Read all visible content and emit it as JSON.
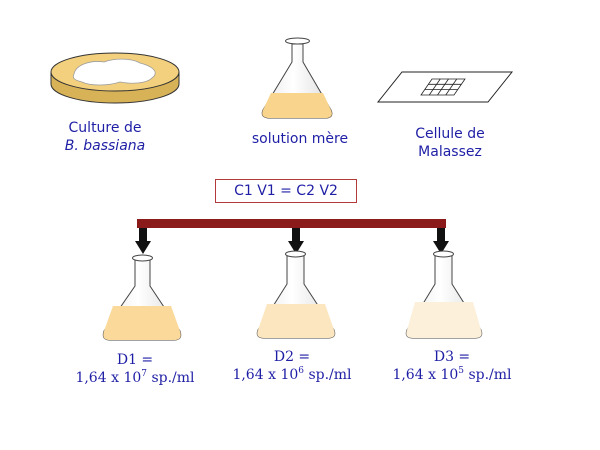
{
  "top_items": {
    "culture": {
      "line1": "Culture de",
      "line2": "B. bassiana"
    },
    "stock_solution": {
      "label": "solution mère"
    },
    "counting_chamber": {
      "line1": "Cellule de",
      "line2": "Malassez"
    }
  },
  "formula": "C1 V1 = C2 V2",
  "dilutions": [
    {
      "name": "D1 =",
      "coef": "1,64",
      "times": "x",
      "base": "10",
      "exp": "7",
      "unit": "sp./ml"
    },
    {
      "name": "D2 =",
      "coef": "1,64",
      "times": "x",
      "base": "10",
      "exp": "6",
      "unit": "sp./ml"
    },
    {
      "name": "D3 =",
      "coef": "1,64",
      "times": "x",
      "base": "10",
      "exp": "5",
      "unit": "sp./ml"
    }
  ],
  "colors": {
    "label_text": "#1f1fa6",
    "bar": "#8b1a1a",
    "formula_border": "#b23a3a",
    "petri_rim": "#f3d07e",
    "stock_liquid": "#f9d48c",
    "d1_liquid": "#fbd99b",
    "d2_liquid": "#fce6bf",
    "d3_liquid": "#fdf0da"
  }
}
